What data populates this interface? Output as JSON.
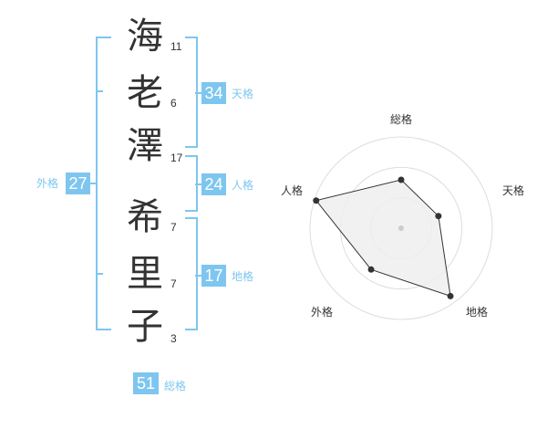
{
  "name": {
    "characters": [
      {
        "char": "海",
        "strokes": "11"
      },
      {
        "char": "老",
        "strokes": "6"
      },
      {
        "char": "澤",
        "strokes": "17"
      },
      {
        "char": "希",
        "strokes": "7"
      },
      {
        "char": "里",
        "strokes": "7"
      },
      {
        "char": "子",
        "strokes": "3"
      }
    ]
  },
  "fortunes": {
    "tenkaku": {
      "value": "34",
      "label": "天格"
    },
    "jinkaku": {
      "value": "24",
      "label": "人格"
    },
    "chikaku": {
      "value": "17",
      "label": "地格"
    },
    "gaikaku": {
      "value": "27",
      "label": "外格"
    },
    "soukaku": {
      "value": "51",
      "label": "総格"
    }
  },
  "colors": {
    "accent": "#7ec6ef",
    "text": "#333333",
    "grid": "#dddddd",
    "fill": "#eeeeee"
  },
  "chart_data": {
    "type": "radar",
    "axes": [
      "総格",
      "天格",
      "地格",
      "外格",
      "人格"
    ],
    "values": [
      0.53,
      0.43,
      0.92,
      0.56,
      0.98
    ],
    "range": [
      0,
      1
    ],
    "rings": 3
  }
}
